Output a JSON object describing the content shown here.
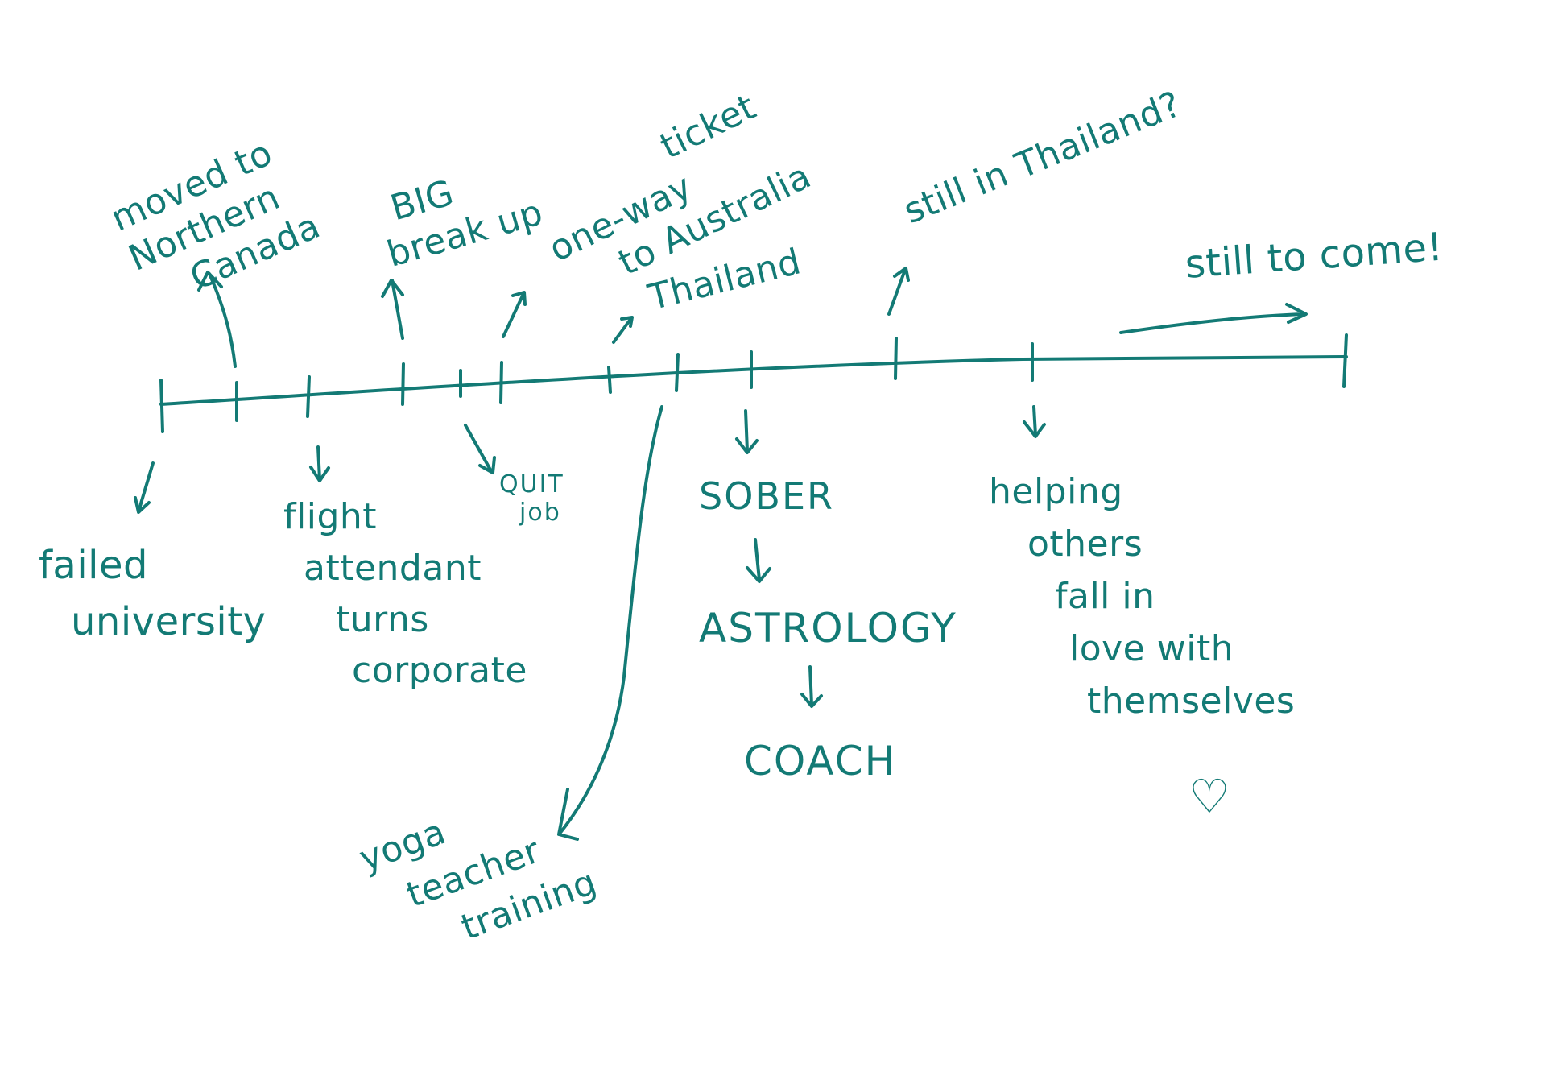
{
  "ink_color": "#137a75",
  "above": [
    {
      "id": "northern-canada",
      "lines": [
        "moved to",
        "Northern",
        "Canada"
      ]
    },
    {
      "id": "breakup",
      "lines": [
        "BIG",
        "break up"
      ]
    },
    {
      "id": "australia",
      "lines": [
        "ticket",
        "one-way",
        "to Australia"
      ]
    },
    {
      "id": "thailand",
      "lines": [
        "Thailand"
      ]
    },
    {
      "id": "still-thailand",
      "lines": [
        "still in Thailand?"
      ]
    },
    {
      "id": "still-to-come",
      "lines": [
        "still to come!"
      ]
    }
  ],
  "below": [
    {
      "id": "failed-university",
      "lines": [
        "failed",
        "university"
      ]
    },
    {
      "id": "flight-attendant",
      "lines": [
        "flight",
        "attendant",
        "turns",
        "corporate"
      ]
    },
    {
      "id": "quit-job",
      "lines": [
        "QUIT",
        "job"
      ]
    },
    {
      "id": "yoga",
      "lines": [
        "yoga",
        "teacher",
        "training"
      ]
    },
    {
      "id": "sober",
      "lines": [
        "SOBER"
      ]
    },
    {
      "id": "astrology",
      "lines": [
        "ASTROLOGY"
      ]
    },
    {
      "id": "coach",
      "lines": [
        "COACH"
      ]
    },
    {
      "id": "helping",
      "lines": [
        "helping",
        "others",
        "fall in",
        "love with",
        "themselves"
      ]
    }
  ],
  "decorations": {
    "heart": "♡",
    "heart_icon": "heart-icon"
  }
}
